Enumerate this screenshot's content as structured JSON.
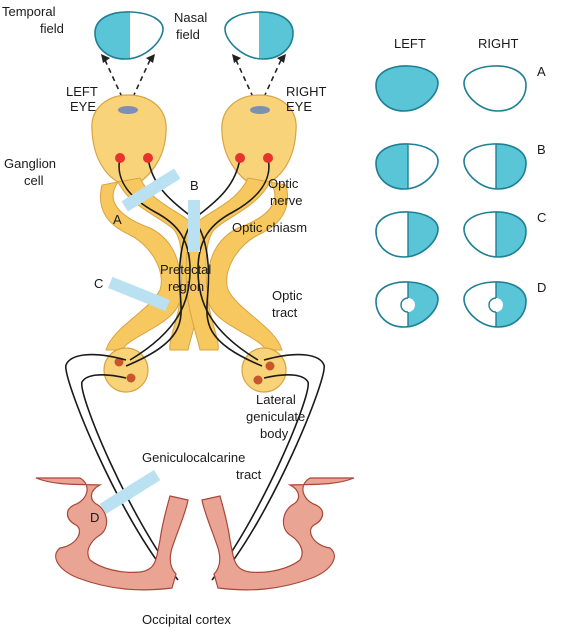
{
  "colors": {
    "field_fill": "#5bc5d8",
    "field_stroke": "#1f7f93",
    "eye_fill": "#f8d37a",
    "eye_stroke": "#d9a441",
    "nerve_fill": "#f6c85f",
    "ganglion": "#e8322e",
    "lgb_cell": "#c8552b",
    "cortex_fill": "#eaa494",
    "cortex_stroke": "#a9473a",
    "lesion": "#b9e1f1",
    "fixation": "#7d8fb3"
  },
  "labels": {
    "temporal_field": [
      "Temporal",
      "field"
    ],
    "nasal_field": [
      "Nasal",
      "field"
    ],
    "left_eye": [
      "LEFT",
      "EYE"
    ],
    "right_eye": [
      "RIGHT",
      "EYE"
    ],
    "ganglion_cell": [
      "Ganglion",
      "cell"
    ],
    "optic_nerve": [
      "Optic",
      "nerve"
    ],
    "optic_chiasm": "Optic chiasm",
    "pretectal_region": [
      "Pretectal",
      "region"
    ],
    "optic_tract": [
      "Optic",
      "tract"
    ],
    "lateral_geniculate_body": [
      "Lateral",
      "geniculate",
      "body"
    ],
    "geniculocalcarine_tract": [
      "Geniculocalcarine",
      "tract"
    ],
    "occipital_cortex": "Occipital cortex"
  },
  "lesion_letters": {
    "a": "A",
    "b": "B",
    "c": "C",
    "d": "D"
  },
  "defects": {
    "col_left": "LEFT",
    "col_right": "RIGHT",
    "rows": [
      {
        "letter": "A",
        "left": "full",
        "right": "none"
      },
      {
        "letter": "B",
        "left": "temporal",
        "right": "temporal"
      },
      {
        "letter": "C",
        "left": "nasal",
        "right": "temporal"
      },
      {
        "letter": "D",
        "left": "nasal-sparing",
        "right": "temporal-sparing"
      }
    ]
  }
}
